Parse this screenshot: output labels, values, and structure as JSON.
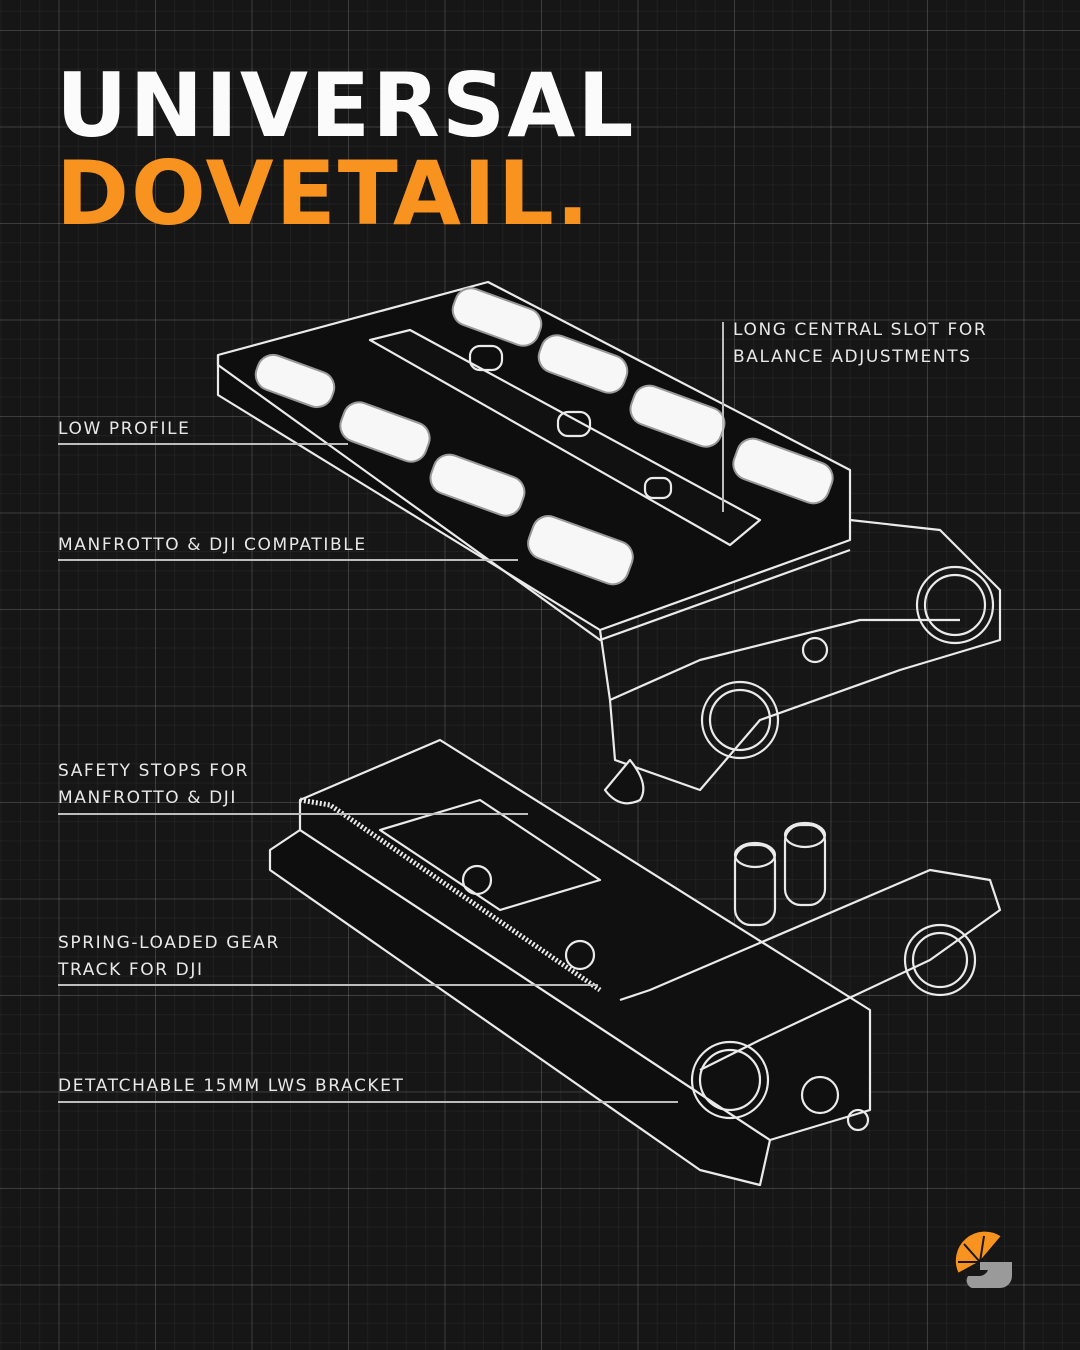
{
  "title": {
    "line1": "UNIVERSAL",
    "line2": "DOVETAIL."
  },
  "callouts": [
    {
      "text": "LONG CENTRAL SLOT FOR BALANCE ADJUSTMENTS",
      "line1": "LONG CENTRAL SLOT FOR",
      "line2": "BALANCE ADJUSTMENTS"
    },
    {
      "text": "LOW PROFILE"
    },
    {
      "text": "MANFROTTO & DJI COMPATIBLE"
    },
    {
      "text": "SAFETY STOPS FOR MANFROTTO & DJI",
      "line1": "SAFETY STOPS FOR",
      "line2": "MANFROTTO & DJI"
    },
    {
      "text": "SPRING-LOADED GEAR TRACK FOR DJI",
      "line1": "SPRING-LOADED GEAR",
      "line2": "TRACK FOR DJI"
    },
    {
      "text": "DETATCHABLE 15MM LWS BRACKET"
    }
  ],
  "colors": {
    "accent": "#f7931e",
    "background": "#161616",
    "logo_gray": "#9a9a9a"
  }
}
